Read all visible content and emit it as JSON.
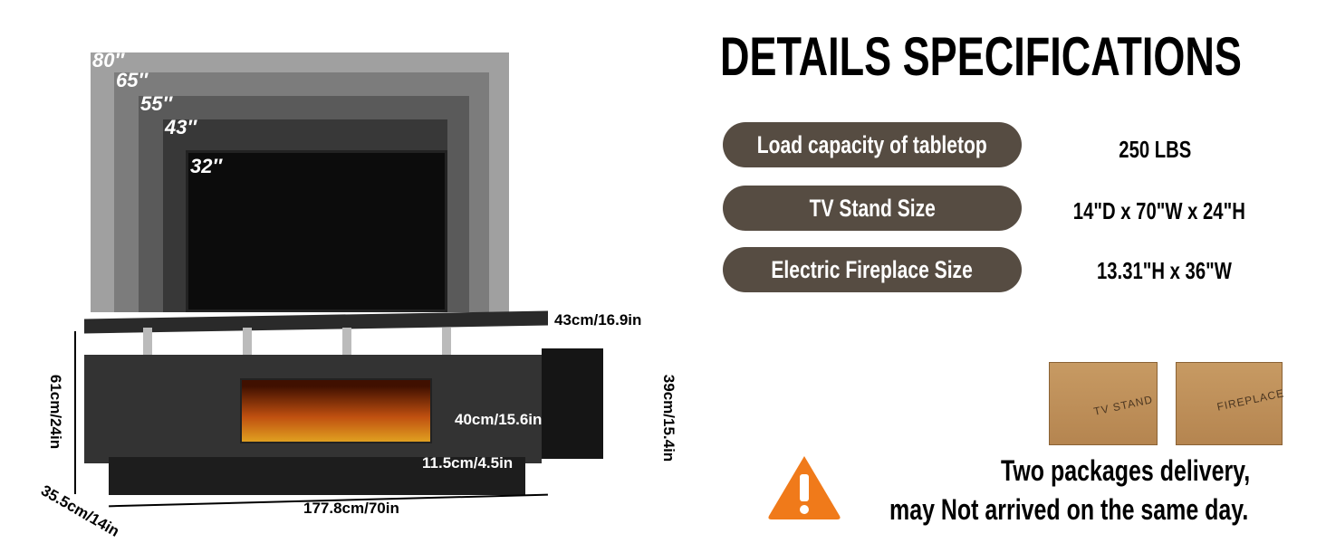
{
  "title": "DETAILS SPECIFICATIONS",
  "tv_sizes": [
    "80″",
    "65″",
    "55″",
    "43″",
    "32″"
  ],
  "dimensions": {
    "depth_top": "43cm/16.9in",
    "cabinet_height": "39cm/15.4in",
    "height": "61cm/24in",
    "shelf_width": "40cm/15.6in",
    "base_height": "11.5cm/4.5in",
    "depth": "35.5cm/14in",
    "width": "177.8cm/70in"
  },
  "specs": [
    {
      "label": "Load capacity of tabletop",
      "value": "250 LBS"
    },
    {
      "label": "TV Stand Size",
      "value": "14\"D x 70\"W x 24\"H"
    },
    {
      "label": "Electric Fireplace Size",
      "value": "13.31\"H x 36\"W"
    }
  ],
  "boxes": [
    "TV STAND",
    "FIREPLACE"
  ],
  "notice": {
    "line1": "Two packages delivery,",
    "line2": "may Not arrived on the same day.",
    "icon": "warning-icon"
  },
  "colors": {
    "pill": "#564c42",
    "warning": "#f07a1a"
  }
}
